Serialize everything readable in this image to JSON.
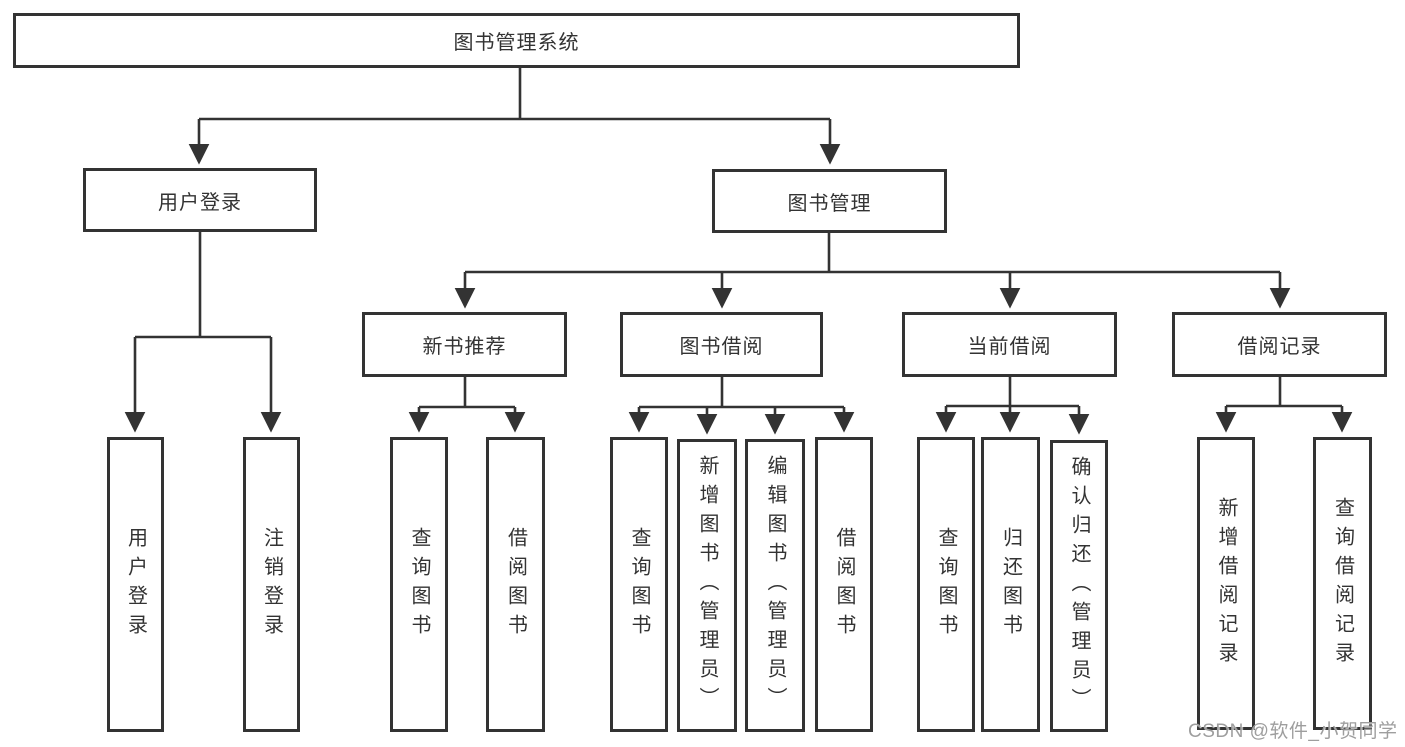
{
  "diagram": {
    "title": "图书管理系统",
    "nodes": {
      "root": {
        "label": "图书管理系统"
      },
      "user_login": {
        "label": "用户登录"
      },
      "book_manage": {
        "label": "图书管理"
      },
      "new_book_rec": {
        "label": "新书推荐"
      },
      "book_borrow": {
        "label": "图书借阅"
      },
      "current_borrow": {
        "label": "当前借阅"
      },
      "borrow_record": {
        "label": "借阅记录"
      },
      "leaf_user_login": {
        "label": "用户登录"
      },
      "leaf_logout": {
        "label": "注销登录"
      },
      "leaf_rec_query_book": {
        "label": "查询图书"
      },
      "leaf_rec_borrow_book": {
        "label": "借阅图书"
      },
      "leaf_bb_query_book": {
        "label": "查询图书"
      },
      "leaf_bb_add_book": {
        "label": "新增图书（管理员）"
      },
      "leaf_bb_edit_book": {
        "label": "编辑图书（管理员）"
      },
      "leaf_bb_borrow_book": {
        "label": "借阅图书"
      },
      "leaf_cb_query_book": {
        "label": "查询图书"
      },
      "leaf_cb_return_book": {
        "label": "归还图书"
      },
      "leaf_cb_confirm_return": {
        "label": "确认归还（管理员）"
      },
      "leaf_br_add_record": {
        "label": "新增借阅记录"
      },
      "leaf_br_query_record": {
        "label": "查询借阅记录"
      }
    },
    "hierarchy": {
      "图书管理系统": {
        "用户登录": [
          "用户登录",
          "注销登录"
        ],
        "图书管理": {
          "新书推荐": [
            "查询图书",
            "借阅图书"
          ],
          "图书借阅": [
            "查询图书",
            "新增图书（管理员）",
            "编辑图书（管理员）",
            "借阅图书"
          ],
          "当前借阅": [
            "查询图书",
            "归还图书",
            "确认归还（管理员）"
          ],
          "借阅记录": [
            "新增借阅记录",
            "查询借阅记录"
          ]
        }
      }
    }
  },
  "watermark": {
    "text": "CSDN @软件_小贺同学"
  },
  "colors": {
    "line": "#333333",
    "text": "#333333",
    "watermark": "#9e9e9e",
    "background": "#ffffff"
  }
}
